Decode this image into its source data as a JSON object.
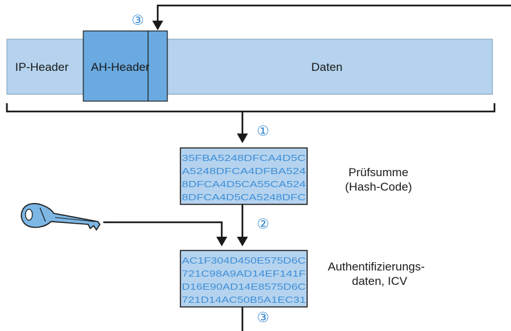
{
  "packet": {
    "ip_header": "IP-Header",
    "ah_header": "AH-Header",
    "daten": "Daten"
  },
  "steps": {
    "one": "①",
    "two": "②",
    "three_top": "③",
    "three_bottom": "③"
  },
  "hash_box": {
    "lines": [
      "35FBA5248DFCA4D5C",
      "A5248DFCA4DFBA524",
      "8DFCA4D5CA55CA524",
      "8DFCA4D5CA5248DFC"
    ]
  },
  "hash_label": {
    "line1": "Prüfsumme",
    "line2": "(Hash-Code)"
  },
  "icv_box": {
    "lines": [
      "AC1F304D450E575D6C",
      "721C98A9AD14EF141F",
      "D16E90AD14E8575D6C",
      "721D14AC50B5A1EC31"
    ]
  },
  "icv_label": {
    "line1": "Authentifizierungs-",
    "line2": "daten, ICV"
  },
  "icons": {
    "key": "key-icon"
  },
  "colors": {
    "light_blue": "#b5d3ee",
    "mid_blue": "#6aaae0",
    "text_blue": "#3f8fd8",
    "line": "#1a1a1a"
  }
}
